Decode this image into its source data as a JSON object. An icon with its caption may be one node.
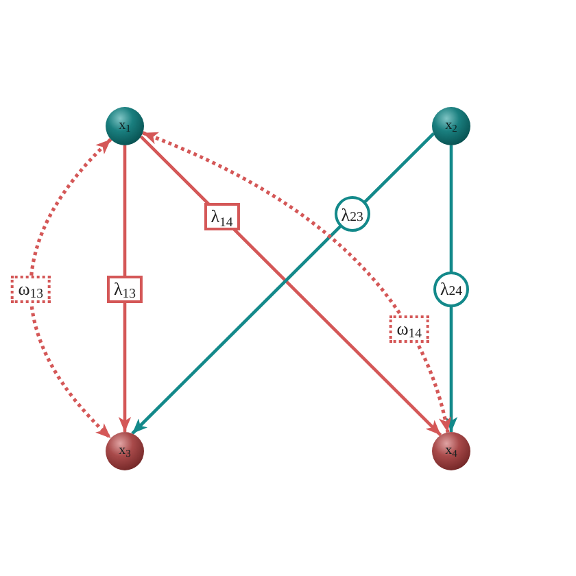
{
  "diagram": {
    "nodes": [
      {
        "text": [
          "x$_{1}$"
        ]
      },
      {
        "text": [
          "x$_{2}$"
        ]
      },
      {
        "text": [
          "x$_{3}$"
        ]
      },
      {
        "text": [
          "x$_{4}$"
        ]
      }
    ],
    "edges": [
      {
        "from": 0,
        "to": 2,
        "arrow": "to",
        "label": "λ$_{13}$"
      },
      {
        "from": 0,
        "to": 3,
        "arrow": "to",
        "label": "λ$_{14}$"
      },
      {
        "from": 1,
        "to": 2,
        "arrow": "to",
        "label": "λ$_{23}$",
        "color": "#13898a"
      },
      {
        "from": 1,
        "to": 3,
        "arrow": "to",
        "label": "λ$_{24}$",
        "color": "#13898a"
      },
      {
        "from": 0,
        "to": 2,
        "arrow": "both",
        "label": "ω$_{13}$",
        "style": "dashed"
      },
      {
        "from": 0,
        "to": 3,
        "arrow": "both",
        "label": "ω$_{14}$",
        "style": "dashed"
      }
    ]
  }
}
